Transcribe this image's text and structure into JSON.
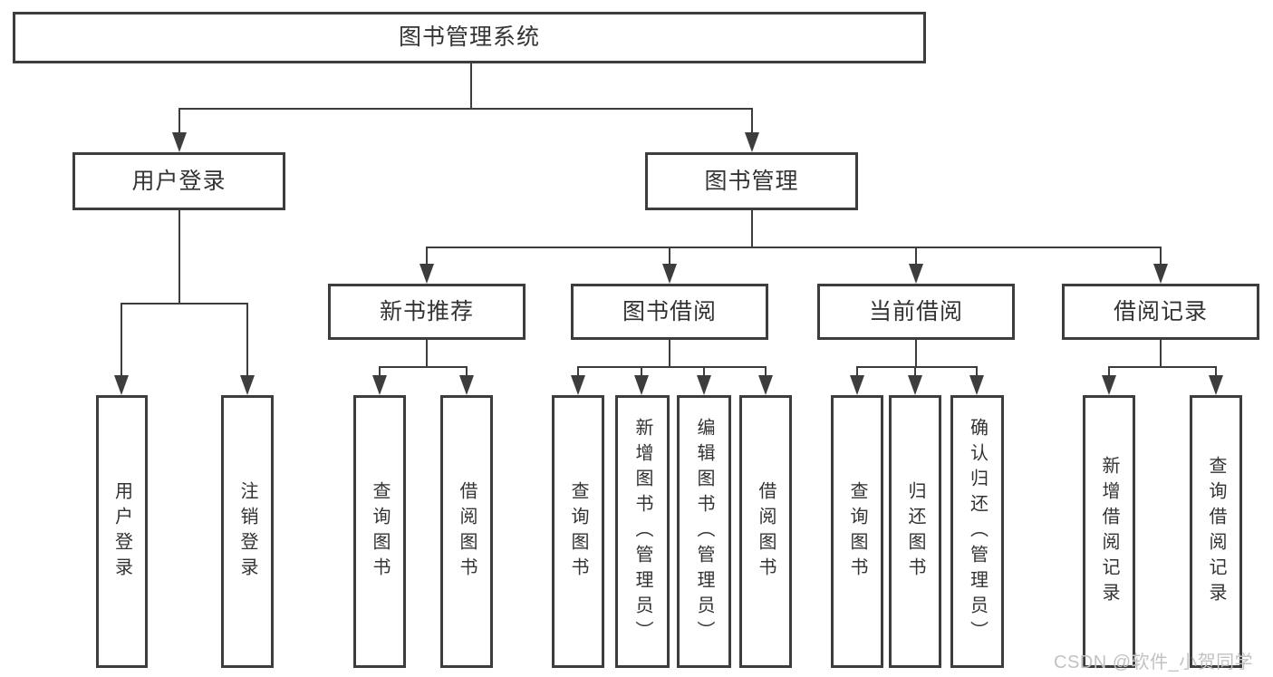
{
  "diagram": {
    "root": {
      "label": "图书管理系统"
    },
    "branches": {
      "user_login": {
        "label": "用户登录",
        "children": {
          "login": {
            "label": "用户登录"
          },
          "logout": {
            "label": "注销登录"
          }
        }
      },
      "book_management": {
        "label": "图书管理",
        "sections": {
          "new_book_recommend": {
            "label": "新书推荐",
            "children": {
              "query_books": {
                "label": "查询图书"
              },
              "borrow_books": {
                "label": "借阅图书"
              }
            }
          },
          "book_borrowing": {
            "label": "图书借阅",
            "children": {
              "query_books": {
                "label": "查询图书"
              },
              "add_books_admin": {
                "label": "新增图书（管理员）"
              },
              "edit_books_admin": {
                "label": "编辑图书（管理员）"
              },
              "borrow_books": {
                "label": "借阅图书"
              }
            }
          },
          "current_borrowing": {
            "label": "当前借阅",
            "children": {
              "query_books": {
                "label": "查询图书"
              },
              "return_books": {
                "label": "归还图书"
              },
              "confirm_return_admin": {
                "label": "确认归还（管理员）"
              }
            }
          },
          "borrowing_records": {
            "label": "借阅记录",
            "children": {
              "add_borrow_record": {
                "label": "新增借阅记录"
              },
              "query_borrow_record": {
                "label": "查询借阅记录"
              }
            }
          }
        }
      }
    }
  },
  "watermark": {
    "text": "CSDN @软件_小贺同学"
  },
  "colors": {
    "line": "#3d3d3d",
    "text": "#333333",
    "watermark": "#c2c2c2",
    "background": "#ffffff"
  }
}
